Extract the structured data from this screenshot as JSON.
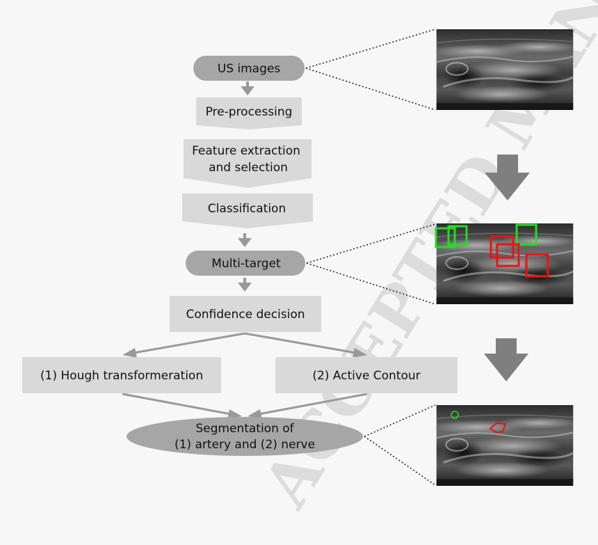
{
  "watermark": "ACCEPTED MANUSCRIPT",
  "nodes": {
    "us_images": "US images",
    "preprocessing": "Pre-processing",
    "feature_line1": "Feature extraction",
    "feature_line2": "and selection",
    "classification": "Classification",
    "multi_target": "Multi-target",
    "confidence": "Confidence decision",
    "hough": "(1) Hough transformeration",
    "active_contour": "(2) Active Contour",
    "segmentation_line1": "Segmentation of",
    "segmentation_line2": "(1) artery and (2) nerve"
  },
  "colors": {
    "page_bg": "#f7f7f7",
    "ellipse_fill": "#a6a6a6",
    "box_fill": "#d9d9d9",
    "arrow": "#999999",
    "big_arrow": "#7f7f7f",
    "detection_green": "#22dd22",
    "detection_red": "#ee1111"
  }
}
